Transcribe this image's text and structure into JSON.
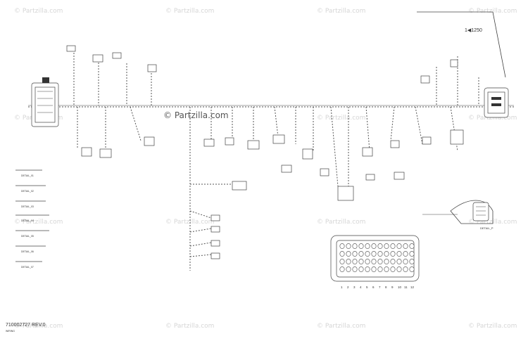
{
  "watermark": "© Partzilla.com",
  "center_logo": "© Partzilla.com",
  "ref_label": "1◀1250",
  "doc_number": "710002727 REV.0",
  "doc_sub": "WIRING",
  "detail_labels": [
    "DETAIL_01",
    "DETAIL_02",
    "DETAIL_03",
    "DETAIL_04",
    "DETAIL_05",
    "DETAIL_06",
    "DETAIL_07"
  ],
  "detail_main": "DETAIL_P",
  "connector_pins": [
    "1",
    "2",
    "3",
    "4",
    "5",
    "6",
    "7",
    "8",
    "9",
    "10",
    "11",
    "12"
  ],
  "colors": {
    "line": "#444444",
    "watermark": "#d6d6d6",
    "background": "#ffffff"
  }
}
